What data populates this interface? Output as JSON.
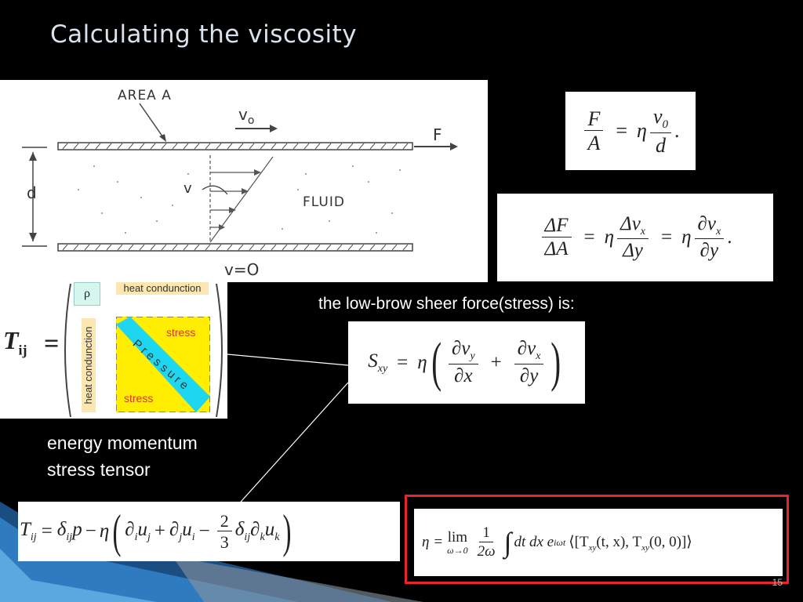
{
  "slide": {
    "title": "Calculating the viscosity",
    "page_number": "15"
  },
  "diagram": {
    "area_label": "AREA A",
    "velocity_top": "v",
    "velocity_top_sub": "o",
    "force_label": "F",
    "d_label": "d",
    "v_label": "v",
    "fluid_label": "FLUID",
    "velocity_bottom": "v=O"
  },
  "equations": {
    "eq1": {
      "lhs_num": "F",
      "lhs_den": "A",
      "eq": "=",
      "eta": "η",
      "rhs_num": "v",
      "rhs_num_sub": "0",
      "rhs_den": "d",
      "end": "."
    },
    "eq2": {
      "lhs_num": "ΔF",
      "lhs_den": "ΔA",
      "eq": "=",
      "eta": "η",
      "mid_num": "Δv",
      "mid_num_sub": "x",
      "mid_den": "Δy",
      "eq2": "=",
      "eta2": "η",
      "rhs_num": "∂v",
      "rhs_num_sub": "x",
      "rhs_den": "∂y",
      "end": "."
    },
    "shear_caption": "the low-brow sheer force(stress) is:",
    "shear": {
      "lhs": "S",
      "lhs_sub": "xy",
      "eq": "=",
      "eta": "η",
      "t1_num": "∂v",
      "t1_num_sub": "y",
      "t1_den": "∂x",
      "plus": "+",
      "t2_num": "∂v",
      "t2_num_sub": "x",
      "t2_den": "∂y"
    },
    "tensor_caption_line1": "energy momentum",
    "tensor_caption_line2": "stress tensor",
    "navier": {
      "lhs": "T",
      "lhs_sub": "ij",
      "eq": "=",
      "delta": "δ",
      "delta_sub": "ij",
      "p": "p",
      "minus": "−",
      "eta": "η",
      "t1": "∂",
      "t1_sub": "i",
      "t1_u": "u",
      "t1_u_sub": "j",
      "plus": "+",
      "t2": "∂",
      "t2_sub": "j",
      "t2_u": "u",
      "t2_u_sub": "i",
      "minus2": "−",
      "frac_num": "2",
      "frac_den": "3",
      "t3_delta": "δ",
      "t3_delta_sub": "ij",
      "t3_d": "∂",
      "t3_d_sub": "k",
      "t3_u": "u",
      "t3_u_sub": "k"
    },
    "kubo": {
      "lhs": "η",
      "eq": "=",
      "lim": "lim",
      "lim_sub": "ω→0",
      "frac_num": "1",
      "frac_den": "2ω",
      "integral": "∫",
      "body": "dt dx e",
      "exp": "iωt",
      "corr": "⟨[T",
      "corr_sub1": "xy",
      "corr_mid": "(t, x), T",
      "corr_sub2": "xy",
      "corr_end": "(0, 0)]⟩"
    }
  },
  "tensor": {
    "lhs": "T",
    "lhs_sub": "ij",
    "eq": "=",
    "rho": "ρ",
    "heat_top": "heat condunction",
    "heat_side": "heat condunction",
    "stress_top": "stress",
    "stress_bottom": "stress",
    "pressure": "Pressure"
  },
  "colors": {
    "background": "#000000",
    "title": "#d9e3ee",
    "highlight_box": "#e8262a",
    "tensor_yellow": "#ffee00",
    "tensor_cyan": "#1fd6f0",
    "tensor_heat_bg": "#fde7b0",
    "tensor_rho_bg": "#d6f7ee"
  }
}
